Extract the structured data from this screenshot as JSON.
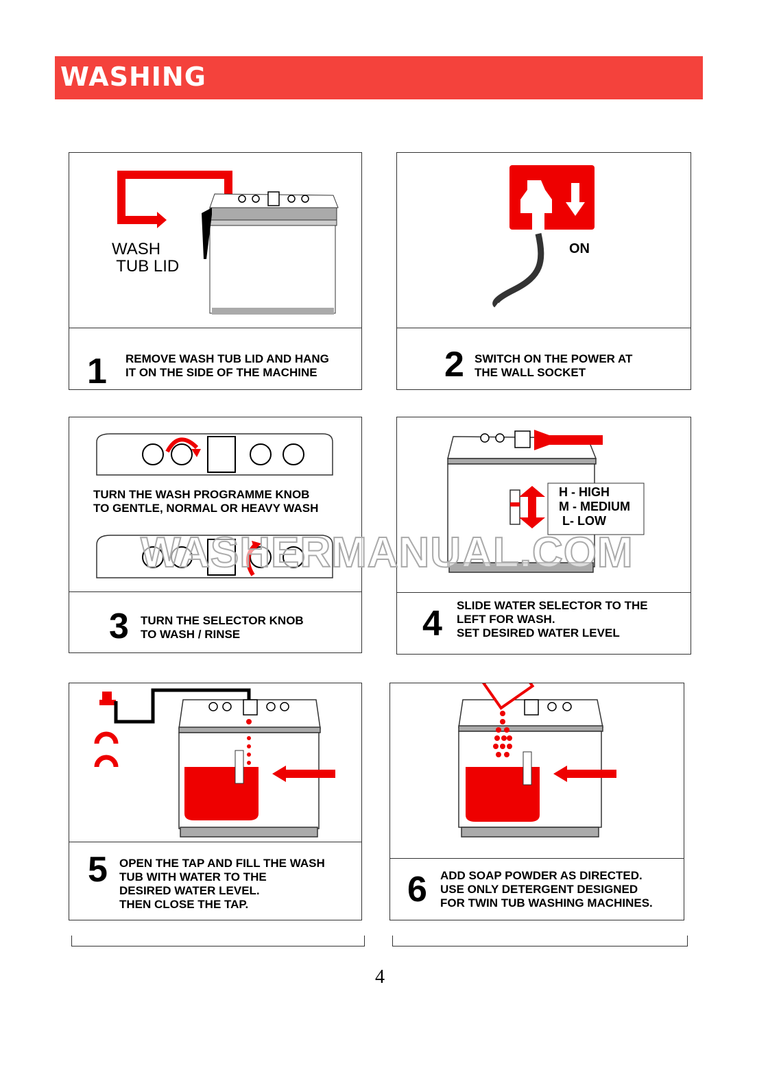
{
  "header": {
    "title": "WASHING"
  },
  "steps": [
    {
      "number": "1",
      "text": "REMOVE WASH TUB LID AND HANG\nIT ON THE SIDE OF THE MACHINE",
      "label": "WASH\n TUB LID"
    },
    {
      "number": "2",
      "text": "SWITCH ON THE POWER AT\nTHE WALL SOCKET",
      "label": "ON"
    },
    {
      "number": "3",
      "text": "TURN THE SELECTOR KNOB\nTO WASH / RINSE",
      "label": "TURN THE WASH PROGRAMME KNOB\nTO GENTLE, NORMAL OR HEAVY WASH"
    },
    {
      "number": "4",
      "text": "SLIDE WATER SELECTOR TO THE\nLEFT FOR WASH.\nSET DESIRED WATER LEVEL",
      "label": "H - HIGH\nM - MEDIUM\n L- LOW"
    },
    {
      "number": "5",
      "text": "OPEN THE TAP AND FILL THE WASH\nTUB WITH WATER TO THE\nDESIRED WATER LEVEL.\nTHEN CLOSE THE TAP."
    },
    {
      "number": "6",
      "text": "ADD SOAP POWDER AS DIRECTED.\nUSE ONLY DETERGENT DESIGNED\nFOR TWIN TUB WASHING MACHINES."
    }
  ],
  "watermark": "WASHERMANUAL.COM",
  "page_number": "4",
  "colors": {
    "accent": "#f4423c",
    "red": "#ee0000"
  }
}
